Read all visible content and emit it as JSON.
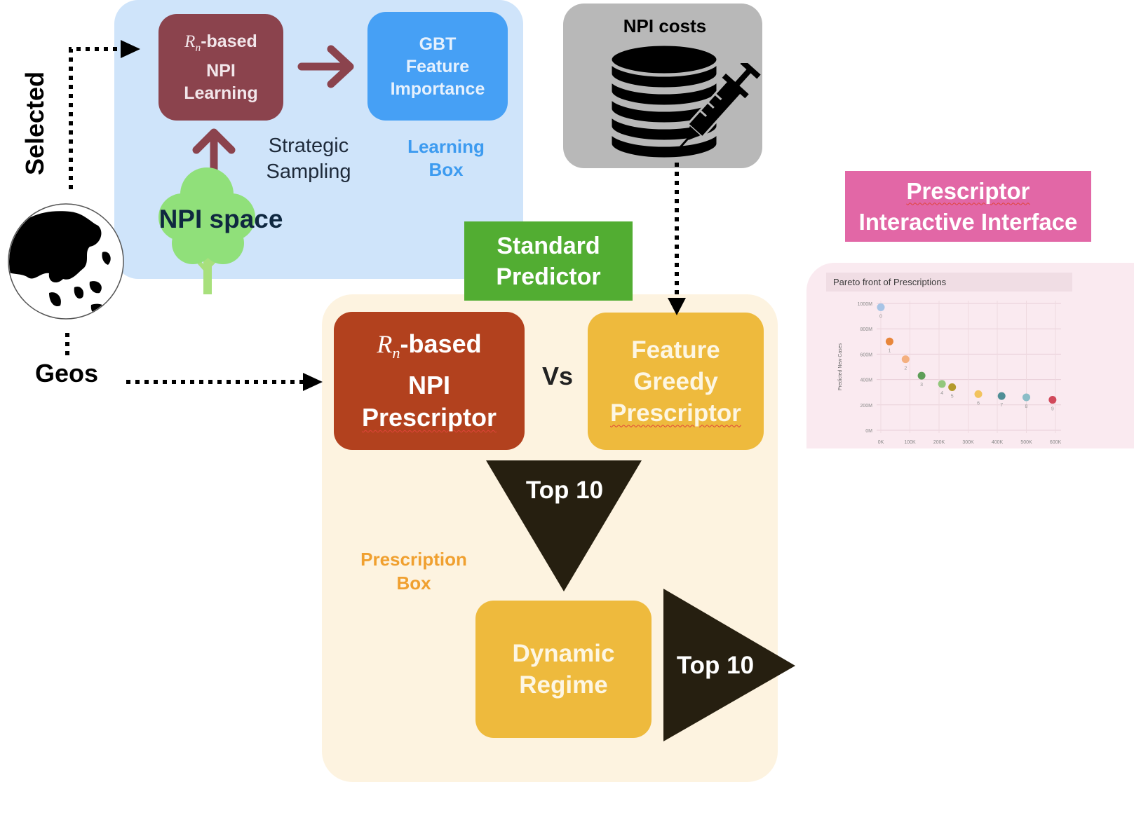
{
  "learning_box": {
    "rn_npi_learning": {
      "rn_main": "R",
      "rn_sub": "n",
      "line1_suffix": "-based",
      "line2": "NPI",
      "line3": "Learning"
    },
    "gbt_box": {
      "line1": "GBT",
      "line2": "Feature",
      "line3": "Importance"
    },
    "strategic_sampling": {
      "line1": "Strategic",
      "line2": "Sampling"
    },
    "label": {
      "line1": "Learning",
      "line2": "Box"
    },
    "npi_space": "NPI space"
  },
  "npi_costs": {
    "title": "NPI costs"
  },
  "inputs": {
    "selected": "Selected",
    "geos": "Geos"
  },
  "standard_predictor": {
    "line1": "Standard",
    "line2": "Predictor"
  },
  "prescription_box": {
    "rn_prescriptor": {
      "rn_main": "R",
      "rn_sub": "n",
      "line1_suffix": "-based",
      "line2": "NPI",
      "line3": "Prescriptor"
    },
    "vs": "Vs",
    "feature_greedy": {
      "line1": "Feature",
      "line2": "Greedy",
      "line3": "Prescriptor"
    },
    "top10_down": "Top 10",
    "label": {
      "line1": "Prescription",
      "line2": "Box"
    },
    "dynamic_regime": {
      "line1": "Dynamic",
      "line2": "Regime"
    },
    "top10_right": "Top 10"
  },
  "interface": {
    "line1": "Prescriptor",
    "line2": "Interactive Interface"
  },
  "colors": {
    "learning_panel": "#cfe4fa",
    "prescription_panel": "#fdf3e0",
    "rn_learning": "#8b434d",
    "gbt": "#46a0f5",
    "learning_label": "#3d9bf0",
    "npi_costs_panel": "#b8b8b8",
    "standard_predictor": "#52ad32",
    "rn_prescriptor": "#b2411e",
    "feature_greedy": "#eeba3d",
    "dynamic_regime": "#eeba3d",
    "prescription_label": "#f0a030",
    "triangle": "#261f10",
    "interface": "#e267a6",
    "tree": "#90e07a"
  },
  "chart_data": {
    "type": "scatter",
    "title": "Pareto front of Prescriptions",
    "ylabel": "Predicted New Cases",
    "xlabel": "",
    "x_tick_labels": [
      "0K",
      "100K",
      "200K",
      "300K",
      "400K",
      "500K",
      "600K"
    ],
    "y_tick_labels": [
      "0M",
      "200M",
      "400M",
      "600M",
      "800M",
      "1000M"
    ],
    "xlim": [
      0,
      600000
    ],
    "ylim": [
      0,
      1000000000
    ],
    "points": [
      {
        "label": "0",
        "x": 0,
        "y": 970000000,
        "color": "#a7c4e6"
      },
      {
        "label": "1",
        "x": 30000,
        "y": 700000000,
        "color": "#e8863a"
      },
      {
        "label": "2",
        "x": 85000,
        "y": 560000000,
        "color": "#f4b07f"
      },
      {
        "label": "3",
        "x": 140000,
        "y": 430000000,
        "color": "#5e9e58"
      },
      {
        "label": "4",
        "x": 210000,
        "y": 365000000,
        "color": "#93c77c"
      },
      {
        "label": "5",
        "x": 245000,
        "y": 340000000,
        "color": "#b39a2c"
      },
      {
        "label": "6",
        "x": 335000,
        "y": 285000000,
        "color": "#f2c35e"
      },
      {
        "label": "7",
        "x": 415000,
        "y": 270000000,
        "color": "#4f8e96"
      },
      {
        "label": "8",
        "x": 500000,
        "y": 260000000,
        "color": "#8bbdc7"
      },
      {
        "label": "9",
        "x": 590000,
        "y": 240000000,
        "color": "#d1495b"
      }
    ],
    "grid": true
  }
}
